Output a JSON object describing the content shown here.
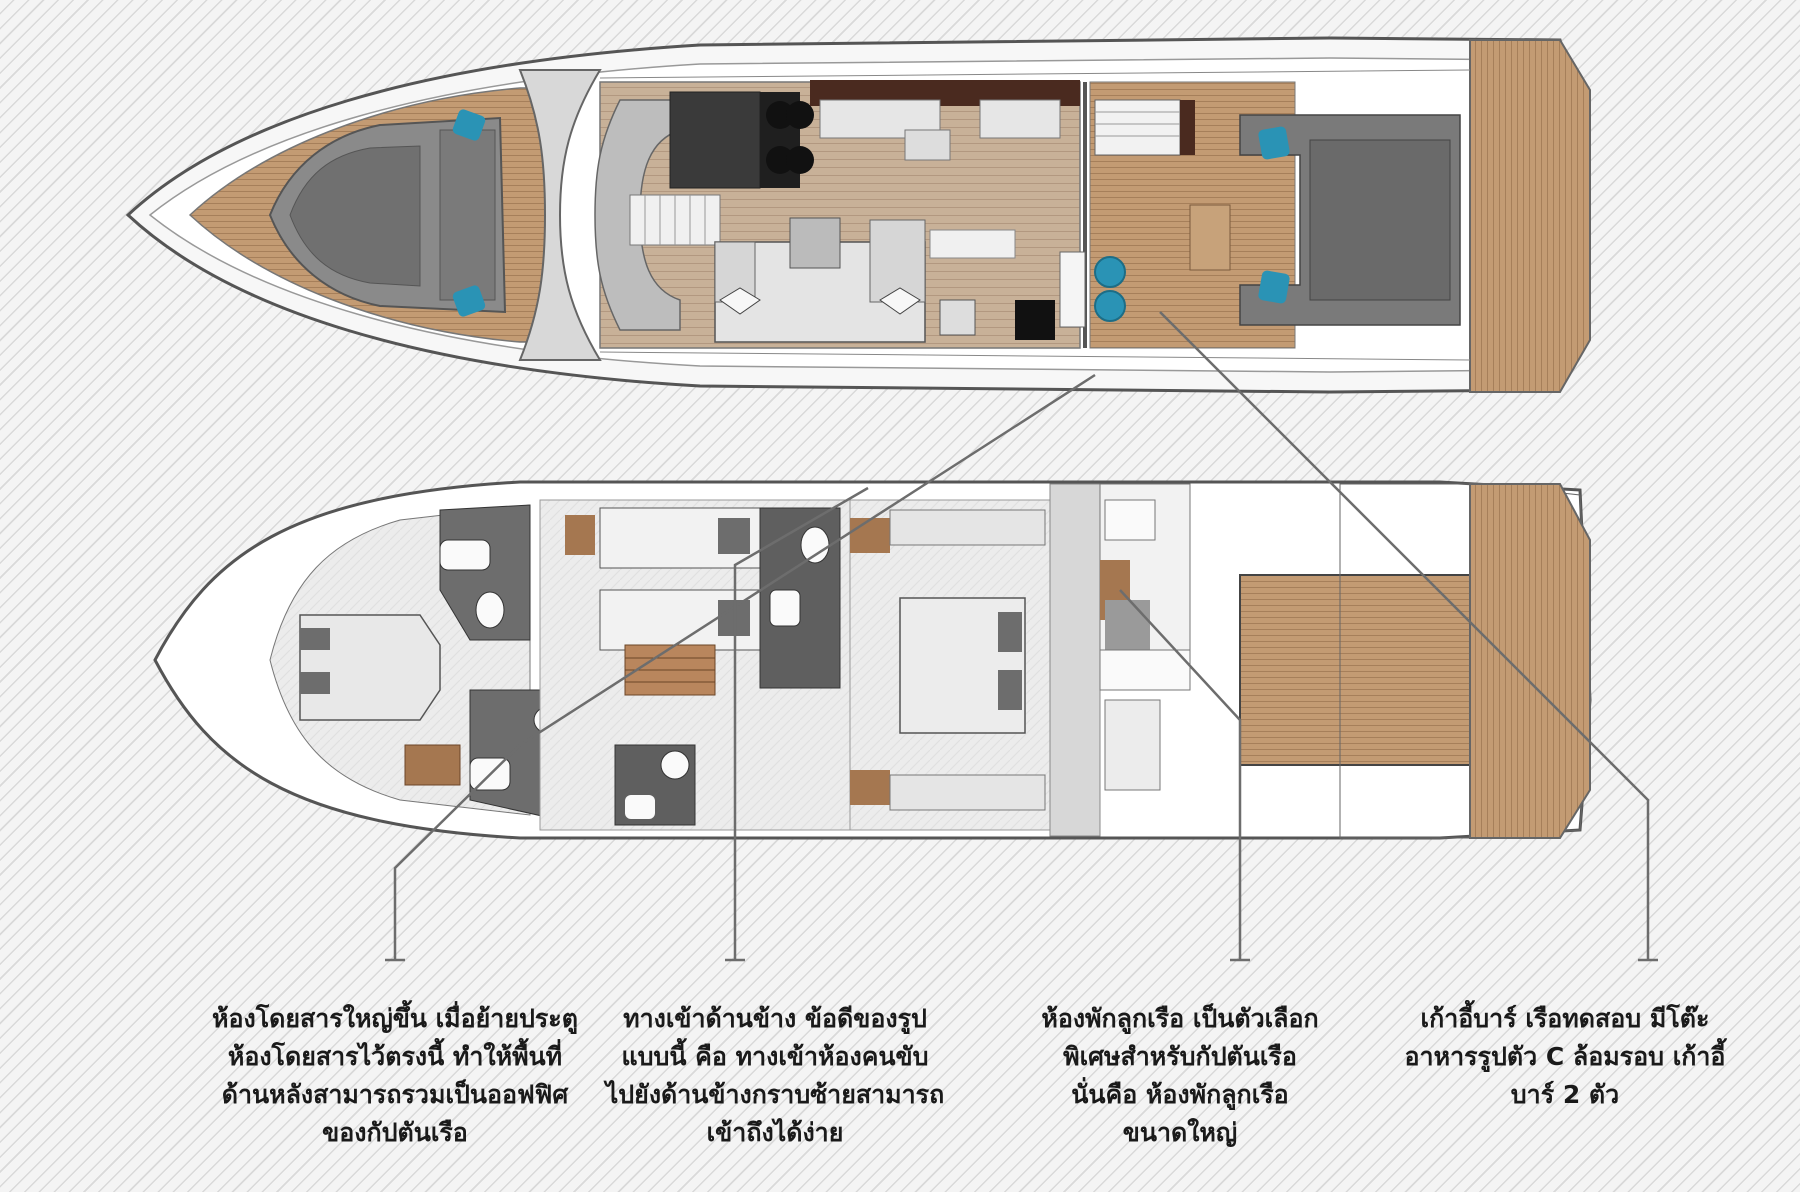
{
  "captions": [
    {
      "lines": [
        "ห้องโดยสารใหญ่ขึ้น เมื่อย้ายประตู",
        "ห้องโดยสารไว้ตรงนี้ ทำให้พื้นที่",
        "ด้านหลังสามารถรวมเป็นออฟฟิศ",
        "ของกัปตันเรือ"
      ]
    },
    {
      "lines": [
        "ทางเข้าด้านข้าง ข้อดีของรูป",
        "แบบนี้ คือ ทางเข้าห้องคนขับ",
        "ไปยังด้านข้างกราบซ้ายสามารถ",
        "เข้าถึงได้ง่าย"
      ]
    },
    {
      "lines": [
        "ห้องพักลูกเรือ เป็นตัวเลือก",
        "พิเศษสำหรับกัปตันเรือ",
        "นั่นคือ ห้องพักลูกเรือ",
        "ขนาดใหญ่"
      ]
    },
    {
      "lines": [
        "เก้าอี้บาร์ เรือทดสอบ มีโต๊ะ",
        "อาหารรูปตัว C ล้อมรอบ เก้าอี้",
        "บาร์ 2 ตัว"
      ]
    }
  ],
  "colors": {
    "teak": "#c29a72",
    "hull": "#ffffff",
    "seat": "#6b6b6b",
    "cushion": "#2a93b5",
    "dark_wood": "#4a2a1f",
    "floor": "#d7d7d7",
    "leader": "#6d6d6d"
  }
}
